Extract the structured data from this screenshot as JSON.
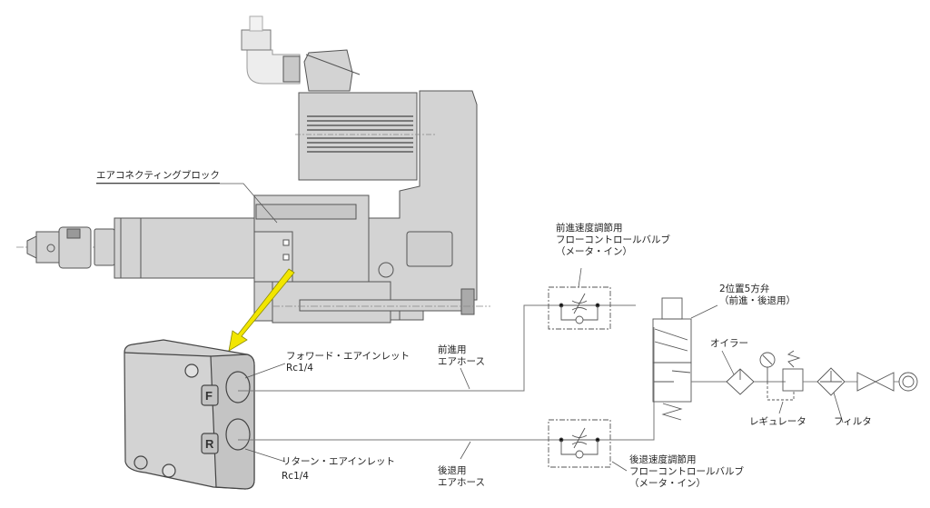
{
  "diagram": {
    "title": "Air connecting block pneumatic circuit",
    "colors": {
      "part_fill": "#d3d3d3",
      "part_stroke": "#555555",
      "line": "#777777",
      "arrow_highlight": "#f2e600"
    },
    "labels": {
      "air_connecting_block": "エアコネクティングブロック",
      "forward_inlet_name": "フォワード・エアインレット",
      "forward_inlet_size": "Rc1/4",
      "return_inlet_name": "リターン・エアインレット",
      "return_inlet_size": "Rc1/4",
      "forward_hose_line1": "前進用",
      "forward_hose_line2": "エアホース",
      "return_hose_line1": "後退用",
      "return_hose_line2": "エアホース",
      "forward_valve_line1": "前進速度調節用",
      "forward_valve_line2": "フローコントロールバルブ",
      "forward_valve_line3": "（メータ・イン）",
      "return_valve_line1": "後退速度調節用",
      "return_valve_line2": "フローコントロールバルブ",
      "return_valve_line3": "（メータ・イン）",
      "solenoid_valve_line1": "2位置5方弁",
      "solenoid_valve_line2": "（前進・後退用）",
      "oiler": "オイラー",
      "regulator": "レギュレータ",
      "filter": "フィルタ"
    },
    "port_marks": {
      "forward": "F",
      "return": "R"
    }
  }
}
